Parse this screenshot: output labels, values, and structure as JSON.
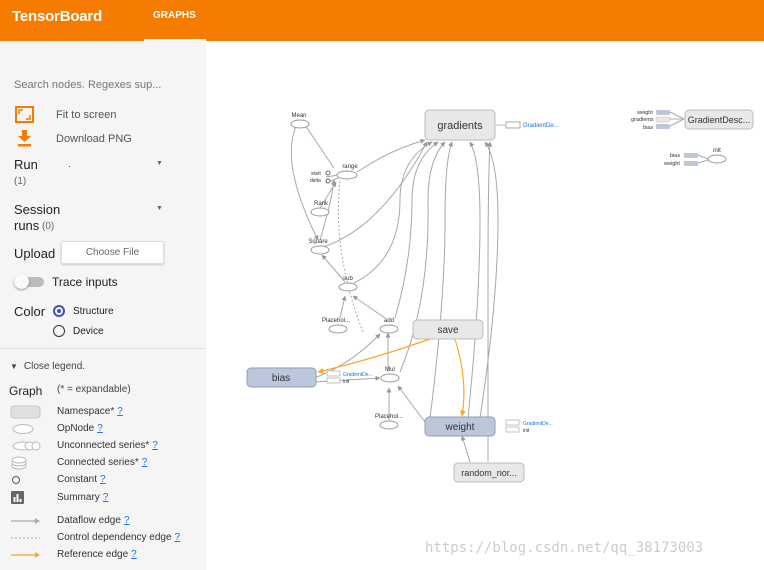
{
  "app": {
    "title": "TensorBoard",
    "tab_label": "GRAPHS"
  },
  "sidebar": {
    "search_placeholder": "Search nodes. Regexes sup...",
    "fit_label": "Fit to screen",
    "download_label": "Download PNG",
    "run_label": "Run",
    "run_count": "(1)",
    "run_value": ".",
    "session_label_1": "Session",
    "session_label_2": "runs",
    "session_count": "(0)",
    "upload_label": "Upload",
    "upload_button": "Choose File",
    "trace_label": "Trace inputs",
    "color_label": "Color",
    "color_options": [
      "Structure",
      "Device"
    ],
    "color_selected": "Structure"
  },
  "legend": {
    "toggle": "Close legend.",
    "title": "Graph",
    "subtitle": "(* = expandable)",
    "items": [
      {
        "label": "Namespace*",
        "icon": "namespace-icon"
      },
      {
        "label": "OpNode",
        "icon": "opnode-icon"
      },
      {
        "label": "Unconnected series*",
        "icon": "unconnected-series-icon"
      },
      {
        "label": "Connected series*",
        "icon": "connected-series-icon"
      },
      {
        "label": "Constant",
        "icon": "constant-icon"
      },
      {
        "label": "Summary",
        "icon": "summary-icon"
      },
      {
        "label": "Dataflow edge",
        "icon": "dataflow-edge-icon"
      },
      {
        "label": "Control dependency edge",
        "icon": "control-edge-icon"
      },
      {
        "label": "Reference edge",
        "icon": "reference-edge-icon"
      }
    ],
    "help_mark": "?"
  },
  "graph": {
    "nodes": {
      "gradients": "gradients",
      "gradients_link": "GradientDe...",
      "gradient_descent": "GradientDesc...",
      "gd_inputs": [
        "weight",
        "gradients",
        "bias"
      ],
      "init": "init",
      "init_inputs": [
        "bias",
        "weight"
      ],
      "mean": "Mean",
      "range": "range",
      "range_inputs": [
        "start",
        "delta"
      ],
      "rank": "Rank",
      "square": "Square",
      "sub": "sub",
      "placeholder_1": "Placehol...",
      "add": "add",
      "save": "save",
      "bias": "bias",
      "bias_links": [
        "GradientDe...",
        "init"
      ],
      "mul": "Mul",
      "placeholder_2": "Placehol...",
      "weight": "weight",
      "weight_links": [
        "GradientDe...",
        "init"
      ],
      "random_normal": "random_nor..."
    },
    "colors": {
      "namespace_fill": "#e8e8e8",
      "variable_fill": "#bcc7dc",
      "edge": "#a0a0a0",
      "reference_edge": "#f9a825",
      "link": "#1a73e8"
    }
  },
  "watermark": "https://blog.csdn.net/qq_38173003"
}
